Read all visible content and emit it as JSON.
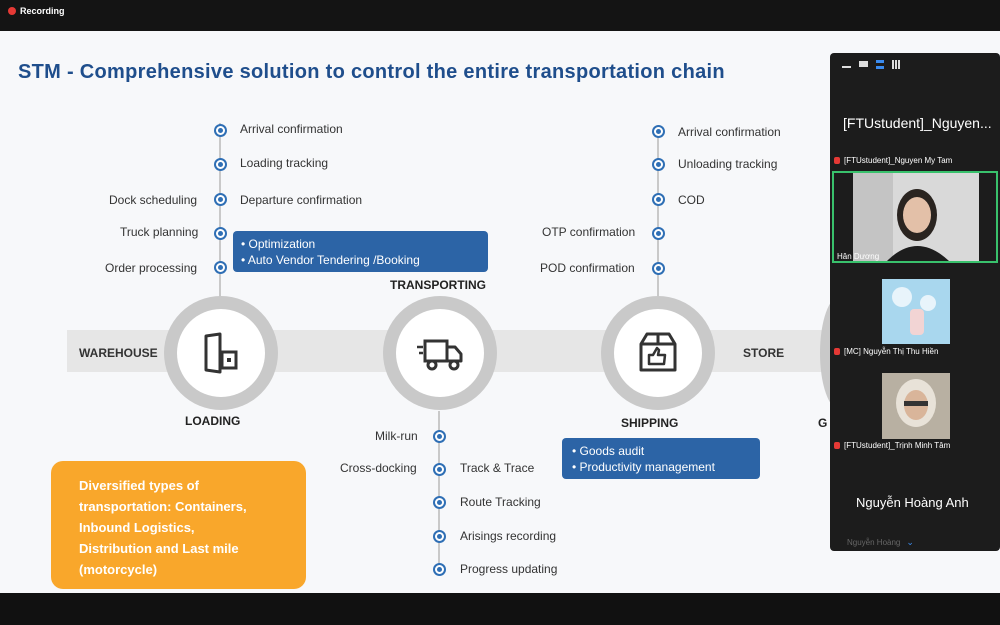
{
  "recording": {
    "label": "Recording"
  },
  "slide": {
    "title": "STM - Comprehensive solution to control the entire transportation chain",
    "band_left": "WAREHOUSE",
    "band_right": "STORE",
    "stages": {
      "loading": "LOADING",
      "transporting": "TRANSPORTING",
      "shipping": "SHIPPING",
      "partial": "G"
    },
    "loading_left": [
      "Dock scheduling",
      "Truck planning",
      "Order processing"
    ],
    "loading_right": [
      "Arrival confirmation",
      "Loading tracking",
      "Departure confirmation"
    ],
    "optimization_box": [
      "• Optimization",
      "• Auto Vendor Tendering /Booking"
    ],
    "shipping_left": [
      "OTP confirmation",
      "POD confirmation"
    ],
    "shipping_right": [
      "Arrival confirmation",
      "Unloading tracking",
      "COD"
    ],
    "transport_left": [
      "Milk-run",
      "Cross-docking"
    ],
    "transport_right": [
      "Track & Trace",
      "Route Tracking",
      "Arisings recording",
      "Progress updating"
    ],
    "shipping_box": [
      "•     Goods audit",
      "•     Productivity management"
    ],
    "orange_box": [
      "Diversified types of",
      "transportation: Containers,",
      "Inbound Logistics,",
      "Distribution and Last mile",
      "(motorcycle)"
    ]
  },
  "participants": {
    "header_name": "[FTUstudent]_Nguyen...",
    "tiles": [
      {
        "name": "[FTUstudent]_Nguyen My Tam",
        "muted": true
      },
      {
        "name": "Hân Dương",
        "muted": false,
        "active": true
      },
      {
        "name": "[MC] Nguyễn Thị Thu Hiền",
        "muted": true
      },
      {
        "name": "[FTUstudent]_Trịnh Minh Tâm",
        "muted": true
      }
    ],
    "bottom_name": "Nguyễn Hoàng Anh",
    "scroll_name": "Nguyễn Hoàng"
  },
  "colors": {
    "title": "#1f4e8c",
    "accent_blue": "#2c64a6",
    "orange": "#f9a72b",
    "active_border": "#39c16c"
  }
}
